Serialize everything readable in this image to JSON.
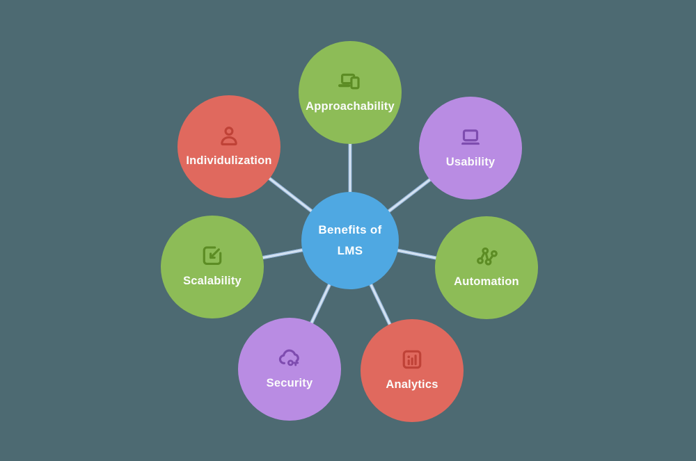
{
  "background_color": "#4d6a72",
  "connector": {
    "fill_color": "#d4e2f1",
    "edge_color": "#8fb1d6"
  },
  "center": {
    "label_line1": "Benefits of",
    "label_line2": "LMS",
    "color": "#4fa8e2",
    "text_color": "#ffffff"
  },
  "nodes": [
    {
      "label": "Approachability",
      "color": "#8dbc57",
      "icon": "devices-icon",
      "icon_color": "#5c8c24"
    },
    {
      "label": "Usability",
      "color": "#b98ce3",
      "icon": "laptop-icon",
      "icon_color": "#7e4caf"
    },
    {
      "label": "Automation",
      "color": "#8dbc57",
      "icon": "network-icon",
      "icon_color": "#5c8c24"
    },
    {
      "label": "Analytics",
      "color": "#e0695e",
      "icon": "bar-chart-icon",
      "icon_color": "#bf4237"
    },
    {
      "label": "Security",
      "color": "#b98ce3",
      "icon": "cloud-key-icon",
      "icon_color": "#7e4caf"
    },
    {
      "label": "Scalability",
      "color": "#8dbc57",
      "icon": "expand-icon",
      "icon_color": "#5c8c24"
    },
    {
      "label": "Individulization",
      "color": "#e0695e",
      "icon": "person-icon",
      "icon_color": "#bf4237"
    }
  ]
}
